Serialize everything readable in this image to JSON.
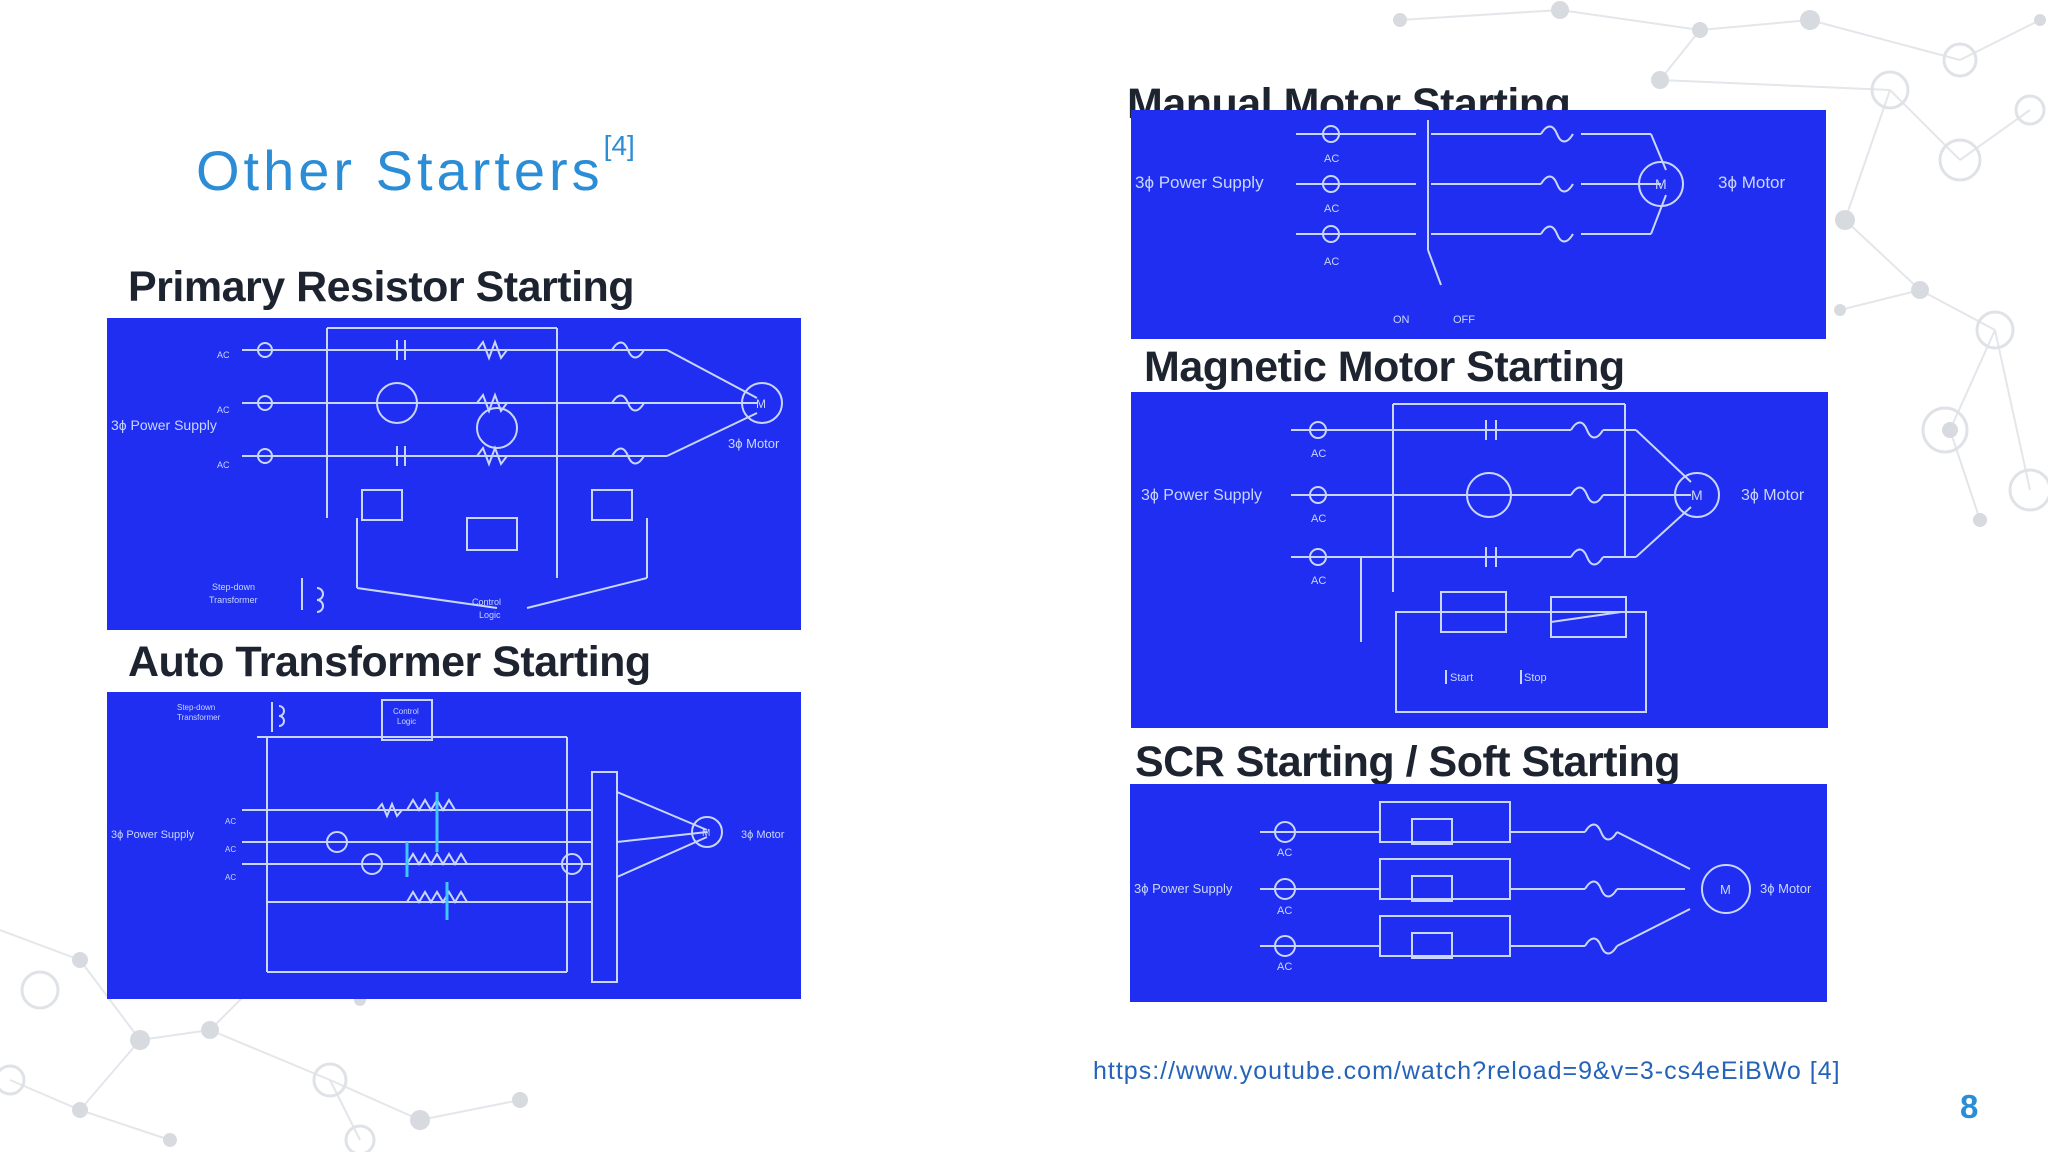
{
  "slide": {
    "title": "Other Starters",
    "title_ref": "[4]",
    "page_number": "8",
    "source_link": "https://www.youtube.com/watch?reload=9&v=3-cs4eEiBWo [4]"
  },
  "sections": {
    "primary_resistor": {
      "heading": "Primary Resistor Starting",
      "supply": "3ϕ Power Supply",
      "motor": "3ϕ Motor",
      "motor_symbol": "M",
      "ac": "AC",
      "transformer": [
        "Step-down",
        "Transformer"
      ],
      "control": [
        "Control",
        "Logic"
      ]
    },
    "auto_transformer": {
      "heading": "Auto Transformer Starting",
      "supply": "3ϕ Power Supply",
      "motor": "3ϕ Motor",
      "motor_symbol": "M",
      "ac": "AC",
      "transformer": [
        "Step-down",
        "Transformer"
      ],
      "control": [
        "Control",
        "Logic"
      ]
    },
    "manual_motor": {
      "heading": "Manual Motor Starting",
      "supply": "3ϕ Power Supply",
      "motor": "3ϕ Motor",
      "motor_symbol": "M",
      "ac": "AC",
      "on": "ON",
      "off": "OFF"
    },
    "magnetic_motor": {
      "heading": "Magnetic Motor Starting",
      "supply": "3ϕ Power Supply",
      "motor": "3ϕ Motor",
      "motor_symbol": "M",
      "ac": "AC",
      "start": "Start",
      "stop": "Stop"
    },
    "scr_soft": {
      "heading": "SCR Starting / Soft Starting",
      "supply": "3ϕ Power Supply",
      "motor": "3ϕ Motor",
      "motor_symbol": "M",
      "ac": "AC"
    }
  },
  "colors": {
    "title": "#2a8dd6",
    "heading": "#1d2430",
    "panel_bg": "#1f2ef0",
    "wire": "#c9d6ff",
    "link": "#2563b8"
  }
}
